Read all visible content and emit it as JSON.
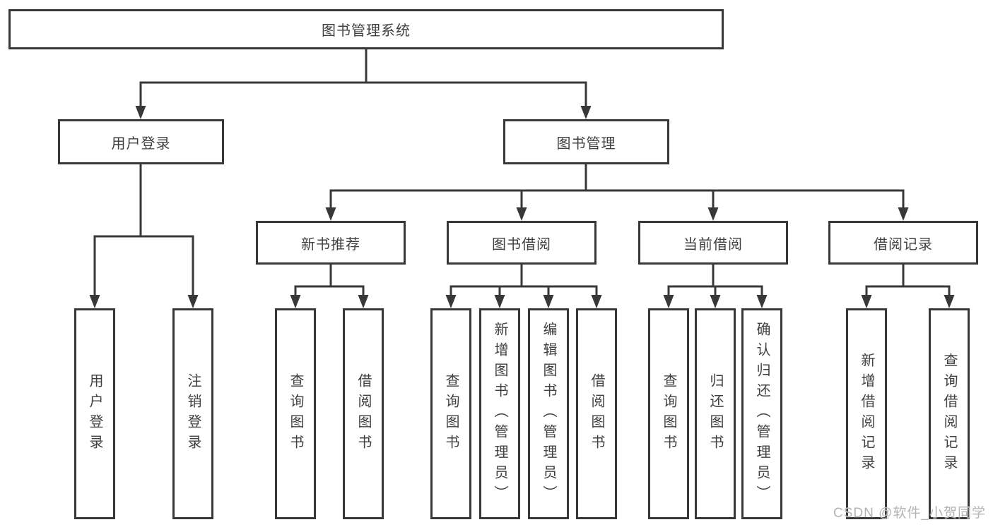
{
  "diagram": {
    "type": "tree",
    "root": {
      "label": "图书管理系统"
    },
    "level2": [
      {
        "label": "用户登录",
        "parent": "图书管理系统"
      },
      {
        "label": "图书管理",
        "parent": "图书管理系统"
      }
    ],
    "level3": [
      {
        "label": "新书推荐",
        "parent": "图书管理"
      },
      {
        "label": "图书借阅",
        "parent": "图书管理"
      },
      {
        "label": "当前借阅",
        "parent": "图书管理"
      },
      {
        "label": "借阅记录",
        "parent": "图书管理"
      }
    ],
    "leaves": [
      {
        "label": "用户登录",
        "parent": "用户登录"
      },
      {
        "label": "注销登录",
        "parent": "用户登录"
      },
      {
        "label": "查询图书",
        "parent": "新书推荐"
      },
      {
        "label": "借阅图书",
        "parent": "新书推荐"
      },
      {
        "label": "查询图书",
        "parent": "图书借阅"
      },
      {
        "label": "新增图书（管理员）",
        "parent": "图书借阅"
      },
      {
        "label": "编辑图书（管理员）",
        "parent": "图书借阅"
      },
      {
        "label": "借阅图书",
        "parent": "图书借阅"
      },
      {
        "label": "查询图书",
        "parent": "当前借阅"
      },
      {
        "label": "归还图书",
        "parent": "当前借阅"
      },
      {
        "label": "确认归还（管理员）",
        "parent": "当前借阅"
      },
      {
        "label": "新增借阅记录",
        "parent": "借阅记录"
      },
      {
        "label": "查询借阅记录",
        "parent": "借阅记录"
      }
    ]
  },
  "watermark": {
    "text": "CSDN @软件_小贺同学"
  },
  "colors": {
    "line": "#383838",
    "border": "#383838",
    "text": "#404040",
    "background": "#ffffff",
    "watermark": "#b3b3b3"
  }
}
